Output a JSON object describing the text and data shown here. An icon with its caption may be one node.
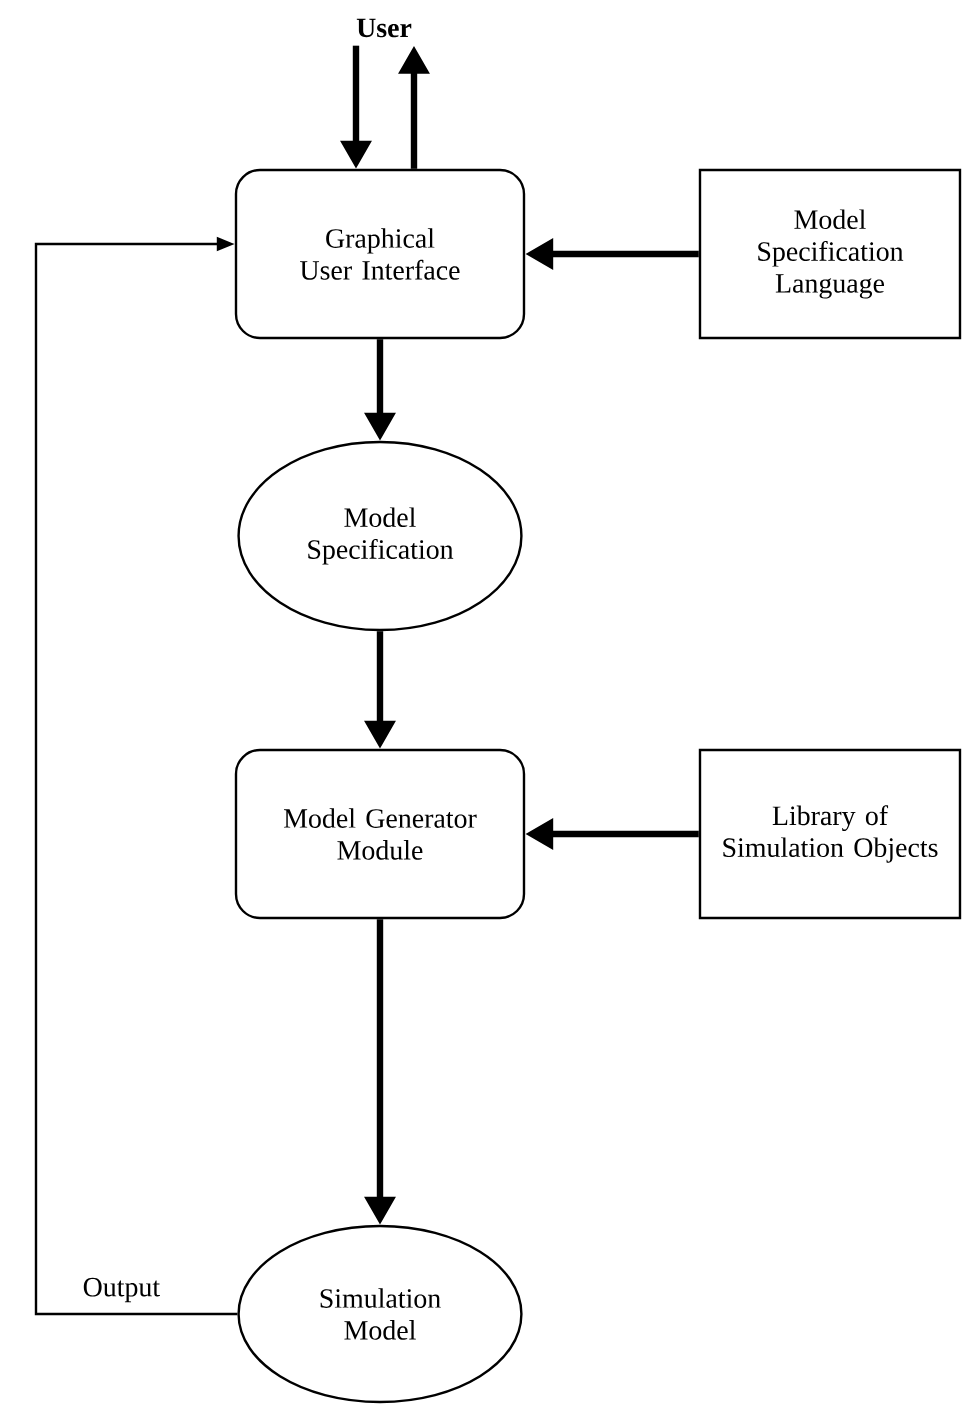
{
  "diagram": {
    "nodes": [
      {
        "text": [
          "User"
        ]
      },
      {
        "text": [
          "Graphical User Interface"
        ]
      },
      {
        "text": [
          "Model Specification Language"
        ]
      },
      {
        "text": [
          "Model Specification"
        ]
      },
      {
        "text": [
          "Model Generator Module"
        ]
      },
      {
        "text": [
          "Library of Simulation Objects"
        ]
      },
      {
        "text": [
          "Simulation Model"
        ]
      }
    ],
    "edges": [
      {
        "from": 0,
        "to": 1,
        "arrow": "to"
      },
      {
        "from": 1,
        "to": 0,
        "arrow": "to"
      },
      {
        "from": 2,
        "to": 1,
        "arrow": "to"
      },
      {
        "from": 1,
        "to": 3,
        "arrow": "to"
      },
      {
        "from": 3,
        "to": 4,
        "arrow": "to"
      },
      {
        "from": 5,
        "to": 4,
        "arrow": "to"
      },
      {
        "from": 4,
        "to": 6,
        "arrow": "to"
      },
      {
        "from": 6,
        "to": 1,
        "arrow": "to",
        "label": "Output"
      }
    ]
  }
}
